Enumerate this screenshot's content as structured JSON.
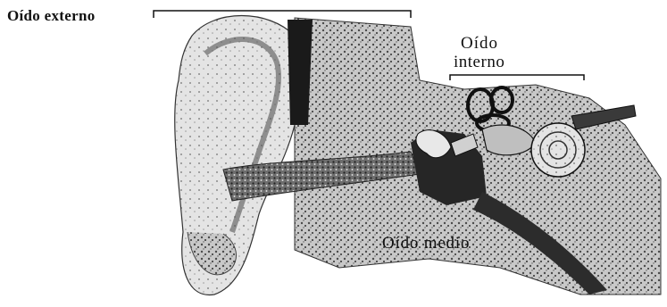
{
  "figure": {
    "labels": {
      "outer_ear": "Oído externo",
      "inner_ear_line1": "Oído",
      "inner_ear_line2": "interno",
      "middle_ear": "Oído medio"
    },
    "colors": {
      "ink": "#111111",
      "tissue": "#bdbdbd",
      "bone": "#7a7a7a",
      "canal": "#2a2a2a",
      "background": "#ffffff"
    }
  }
}
